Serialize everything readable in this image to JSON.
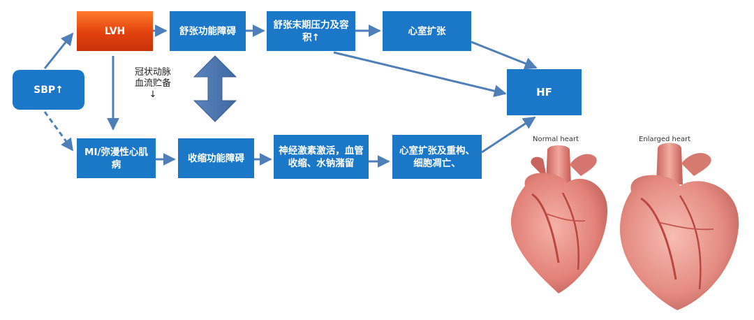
{
  "nodes": {
    "sbp": "SBP↑",
    "lvh": "LVH",
    "diastolic_dysfunction": "舒张功能障碍",
    "end_diastolic": "舒张末期压力及容积↑",
    "ventricle_dilation": "心室扩张",
    "hf": "HF",
    "mi": "MI/弥漫性心肌病",
    "systolic_dysfunction": "收缩功能障碍",
    "neurohormonal": "神经激素激活，血管收缩、水钠潴留",
    "remodeling": "心室扩张及重构、细胞凋亡、"
  },
  "coronary_note": "冠状动脉血流贮备↓",
  "captions": {
    "normal": "Normal heart",
    "enlarged": "Enlarged heart"
  },
  "colors": {
    "box_blue": "#1b78c8",
    "arrow": "#4f7fb8",
    "lvh_orange": "#e2410d"
  }
}
